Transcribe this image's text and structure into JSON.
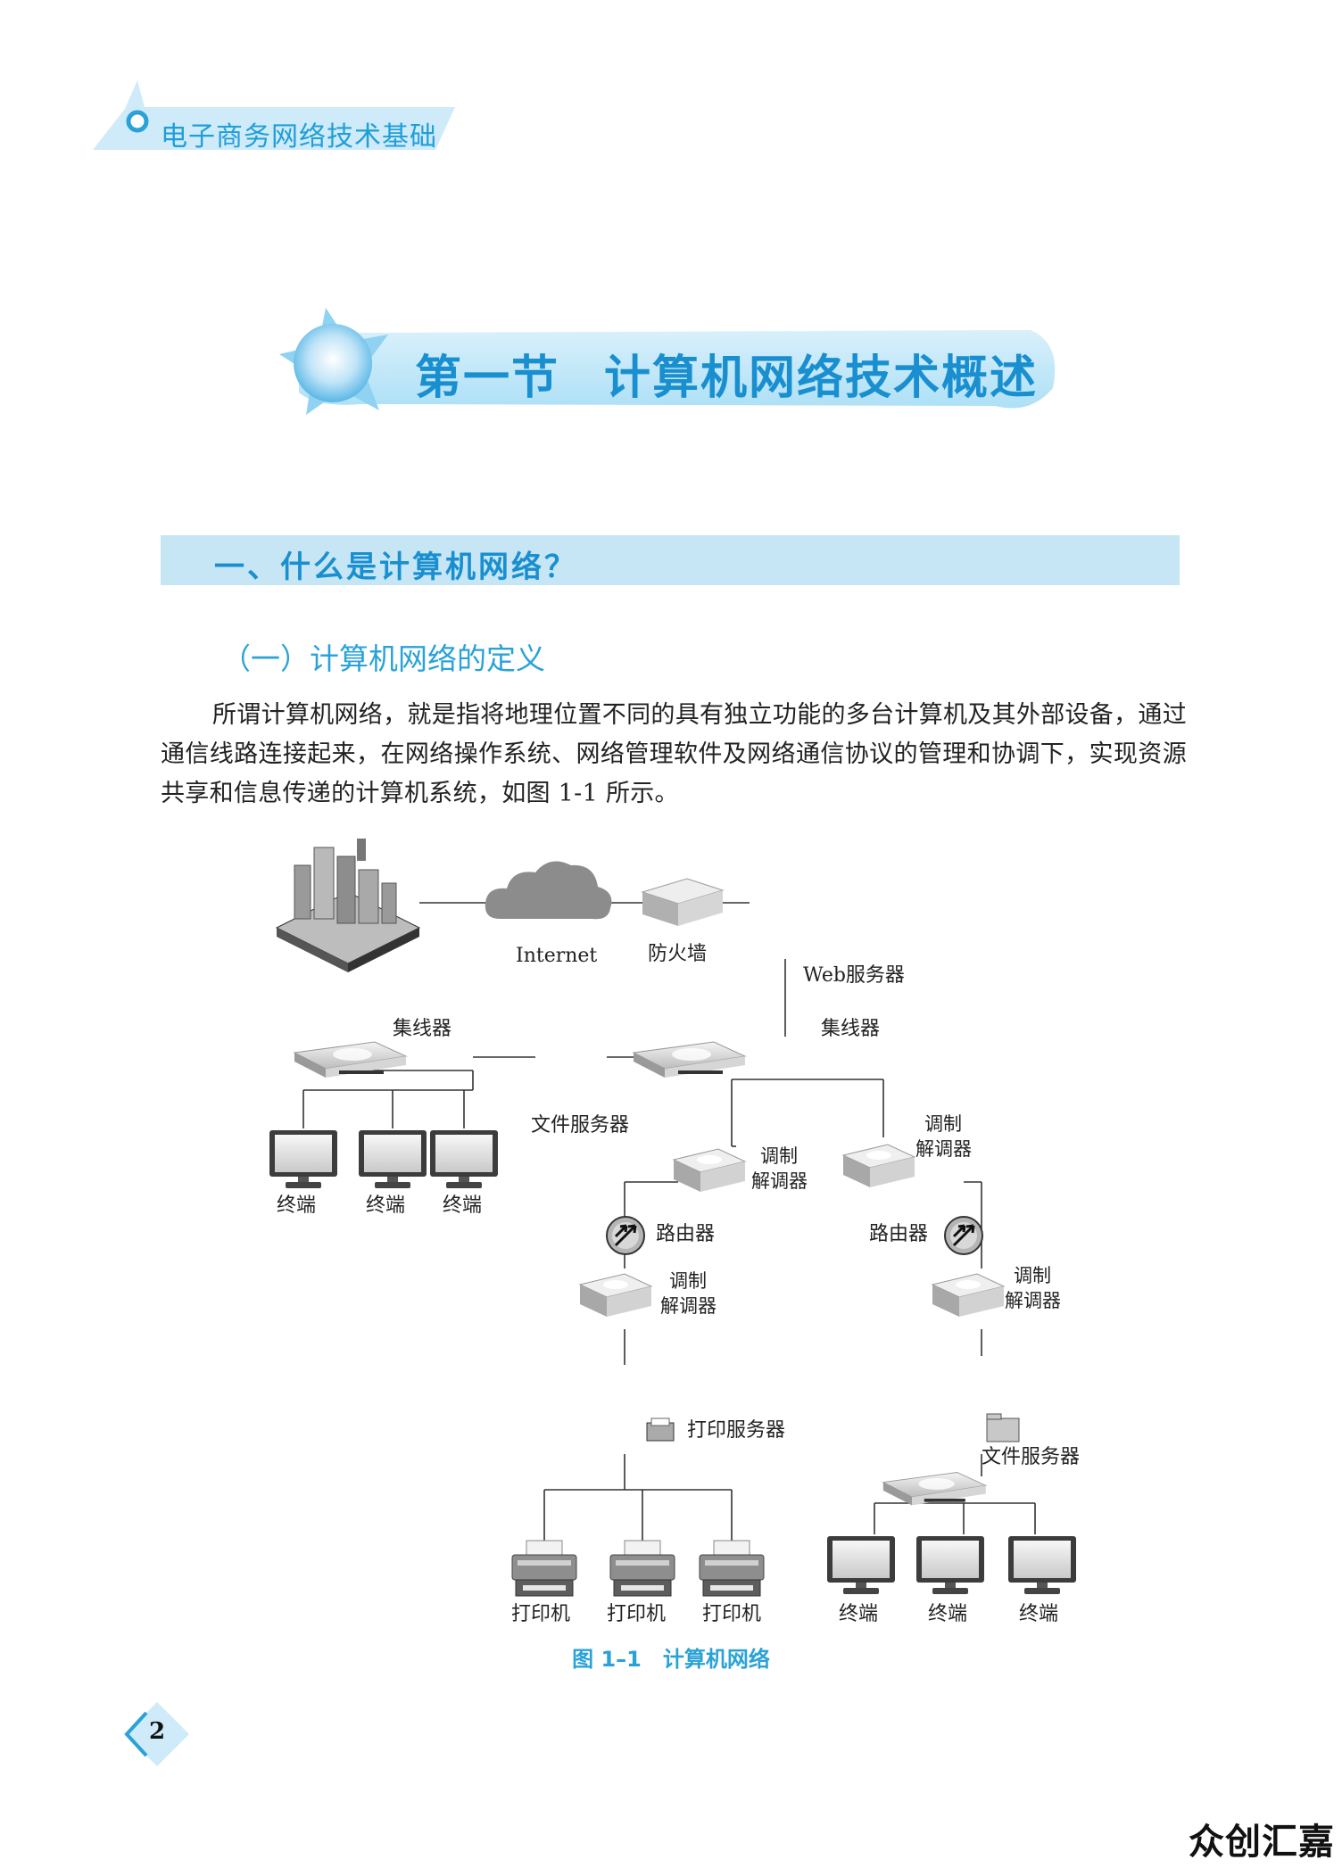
{
  "header": {
    "running_title": "电子商务网络技术基础"
  },
  "section": {
    "number": "第一节",
    "title": "计算机网络技术概述"
  },
  "heading1": "一、什么是计算机网络？",
  "subheading": "（一）计算机网络的定义",
  "paragraph": "所谓计算机网络，就是指将地理位置不同的具有独立功能的多台计算机及其外部设备，通过通信线路连接起来，在网络操作系统、网络管理软件及网络通信协议的管理和协调下，实现资源共享和信息传递的计算机系统，如图 1-1 所示。",
  "figure": {
    "labels": {
      "internet": "Internet",
      "firewall": "防火墙",
      "web_server": "Web服务器",
      "hub_left": "集线器",
      "hub_center": "集线器",
      "file_server_center": "文件服务器",
      "terminal_1": "终端",
      "terminal_2": "终端",
      "terminal_3": "终端",
      "modem_left_a": "调制",
      "modem_left_b": "解调器",
      "modem_right_a": "调制",
      "modem_right_b": "解调器",
      "router_left": "路由器",
      "router_right": "路由器",
      "modem_bl_a": "调制",
      "modem_bl_b": "解调器",
      "modem_br_a": "调制",
      "modem_br_b": "解调器",
      "print_server": "打印服务器",
      "file_server_right": "文件服务器",
      "printer_1": "打印机",
      "printer_2": "打印机",
      "printer_3": "打印机",
      "terminal_4": "终端",
      "terminal_5": "终端",
      "terminal_6": "终端"
    },
    "caption_number": "图 1–1",
    "caption_title": "计算机网络"
  },
  "page_number": "2",
  "watermark": "众创汇嘉",
  "colors": {
    "accent": "#1a8fd0",
    "light_accent": "#c6e6f6"
  }
}
